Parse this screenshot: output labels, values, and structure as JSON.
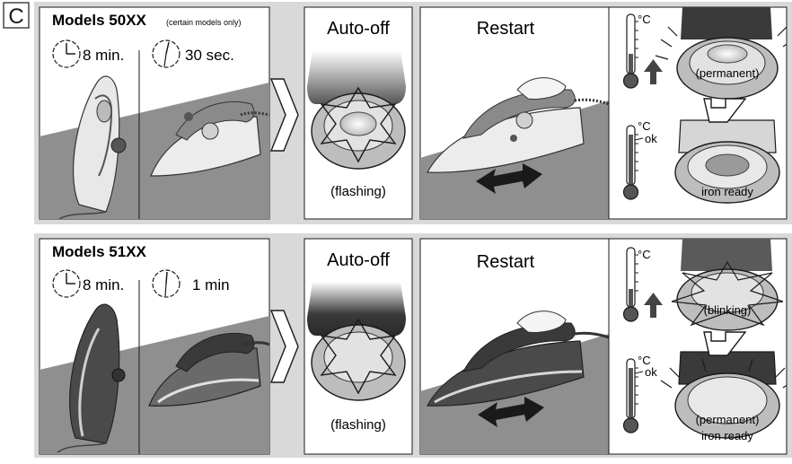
{
  "section_letter": "C",
  "rows": [
    {
      "models_title": "Models 50XX",
      "models_note": "(certain models only)",
      "timer_upright": "8 min.",
      "timer_flat": "30 sec.",
      "autooff_title": "Auto-off",
      "autooff_status": "(flashing)",
      "restart_title": "Restart",
      "temp_unit_top": "°C",
      "temp_unit_bottom": "°C",
      "temp_ok": "ok",
      "light_state_top": "(permanent)",
      "light_state_bottom": "iron ready"
    },
    {
      "models_title": "Models 51XX",
      "models_note": "",
      "timer_upright": "8 min.",
      "timer_flat": "1 min",
      "autooff_title": "Auto-off",
      "autooff_status": "(flashing)",
      "restart_title": "Restart",
      "temp_unit_top": "°C",
      "temp_unit_bottom": "°C",
      "temp_ok": "ok",
      "light_state_top": "(blinking)",
      "light_state_bottom_1": "(permanent)",
      "light_state_bottom_2": "iron ready"
    }
  ],
  "colors": {
    "band": "#d9d9d9",
    "panel": "#ffffff",
    "ground": "#8f8f8f",
    "iron_light": "#e6e6e6",
    "iron_dark": "#4a4a4a",
    "ink": "#1a1a1a"
  }
}
